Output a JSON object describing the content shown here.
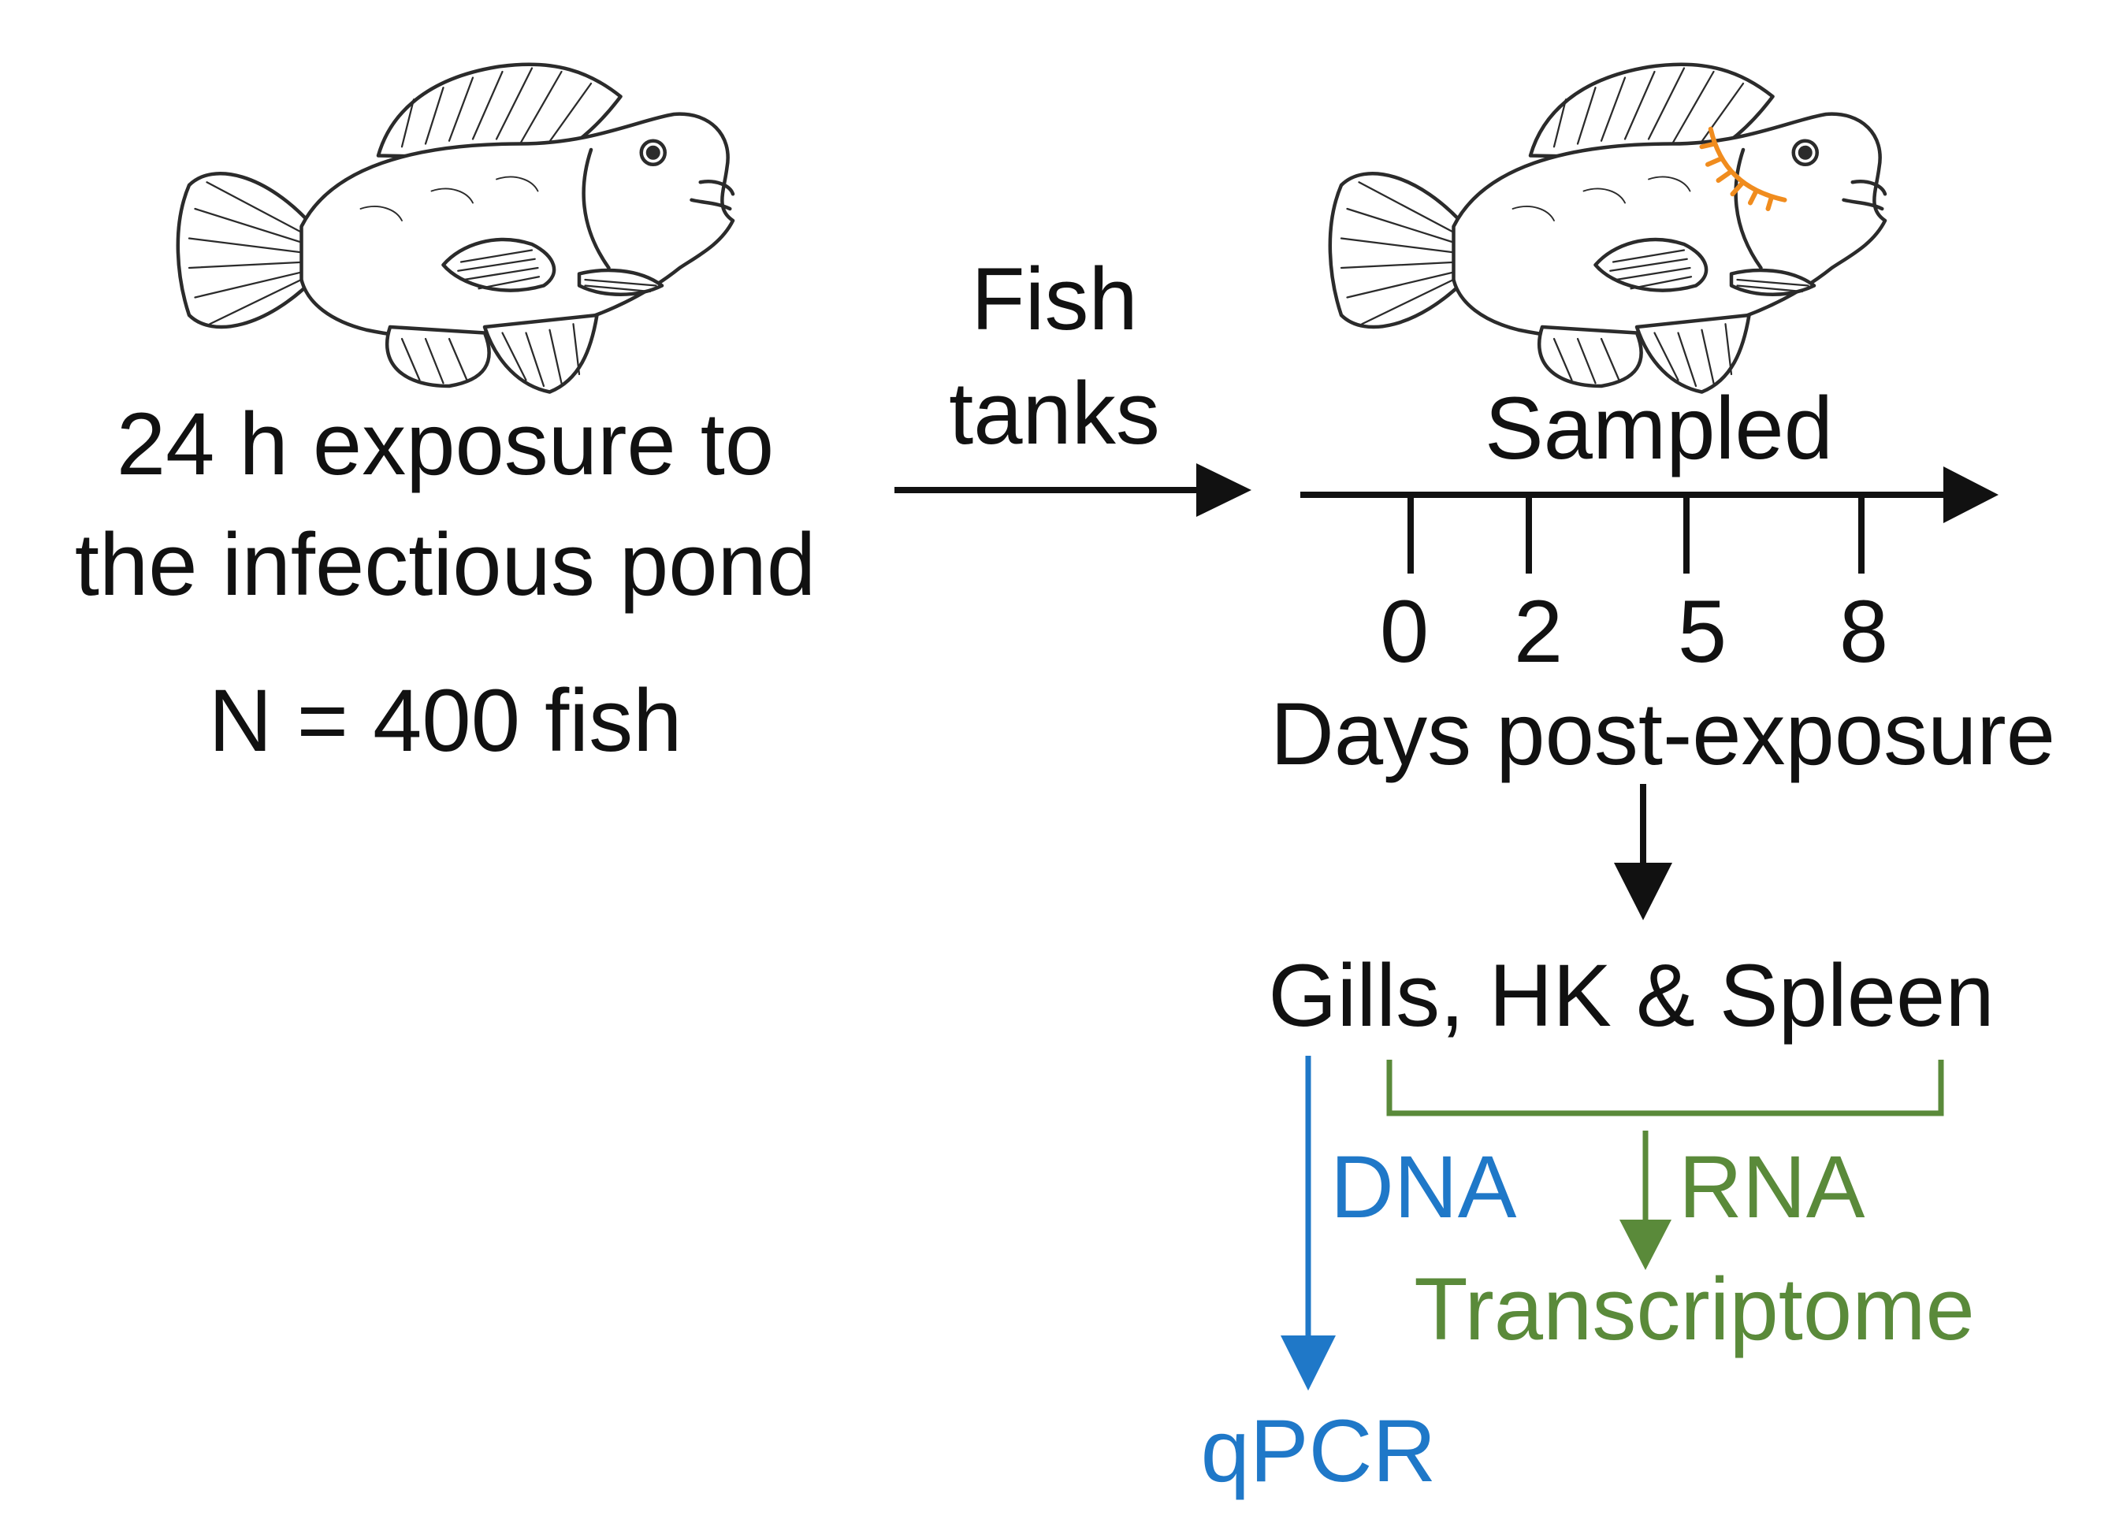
{
  "left_block": {
    "line1": "24 h exposure to",
    "line2": "the infectious pond",
    "count": "N = 400 fish"
  },
  "transfer": {
    "line1": "Fish",
    "line2": "tanks"
  },
  "timeline": {
    "title": "Sampled",
    "ticks": [
      "0",
      "2",
      "5",
      "8"
    ],
    "axis_label": "Days post-exposure"
  },
  "tissues": {
    "label": "Gills, HK & Spleen"
  },
  "dna_branch": {
    "label": "DNA",
    "result": "qPCR",
    "color": "#1f78c8"
  },
  "rna_branch": {
    "label": "RNA",
    "result": "Transcriptome",
    "color": "#5a8a3a"
  },
  "colors": {
    "text": "#111111",
    "fish_outline": "#2b2b2b",
    "lesion": "#f08c1e"
  },
  "icons": [
    "fish-icon",
    "infected-fish-icon"
  ]
}
